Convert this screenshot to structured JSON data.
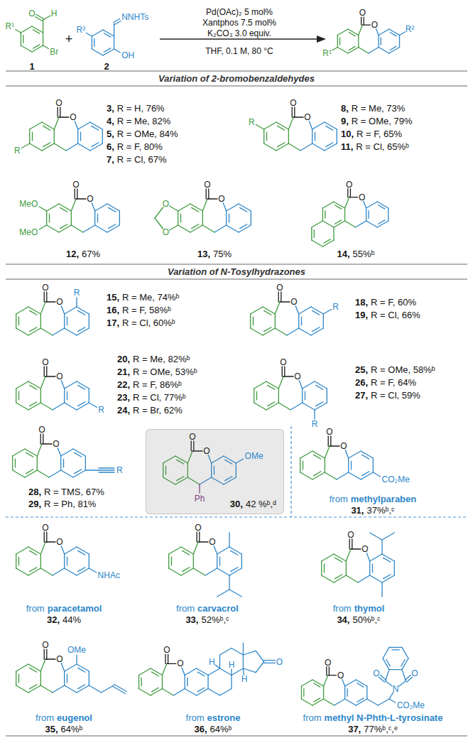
{
  "diagram": {
    "nodes": [
      {
        "text": [
          "30,",
          "42 %ᵇ,ᵈ"
        ]
      }
    ],
    "labels": [
      "R¹",
      "O",
      "H",
      "Br",
      "1",
      "+",
      "R²",
      "NNHTs",
      "OH",
      "2",
      "Pd(OAc)₂ 5 mol%",
      "Xantphos 7.5 mol%",
      "K₂CO₃ 3.0 equiv.",
      "THF, 0.1 M, 80 °C",
      "O",
      "O",
      "R¹",
      "R²",
      "Variation of 2-bromobenzaldehydes",
      "O",
      "O",
      "R",
      "3,",
      "R = H, 76%",
      "4,",
      "R = Me, 82%",
      "5,",
      "R = OMe, 84%",
      "6,",
      "R = F, 80%",
      "7,",
      "R = Cl, 67%",
      "O",
      "O",
      "R",
      "8,",
      "R = Me, 73%",
      "9,",
      "R = OMe, 79%",
      "10,",
      "R = F, 65%",
      "11,",
      "R = Cl, 65%ᵇ",
      "O",
      "O",
      "MeO",
      "MeO",
      "12,",
      "67%",
      "O",
      "O",
      "O",
      "O",
      "13,",
      "75%",
      "O",
      "O",
      "14,",
      "55%ᵇ",
      "Variation of N-Tosylhydrazones",
      "O",
      "O",
      "R",
      "15,",
      "R = Me, 74%ᵇ",
      "16,",
      "R = F, 58%ᵇ",
      "17,",
      "R = Cl, 60%ᵇ",
      "O",
      "O",
      "R",
      "18,",
      "R = F, 60%",
      "19,",
      "R = Cl, 66%",
      "O",
      "O",
      "R",
      "20,",
      "R = Me, 82%ᵇ",
      "21,",
      "R = OMe, 53%ᵇ",
      "22,",
      "R = F, 86%ᵇ",
      "23,",
      "R = Cl, 77%ᵇ",
      "24,",
      "R = Br, 62%",
      "O",
      "O",
      "R",
      "25,",
      "R = OMe, 58%ᵇ",
      "26,",
      "R = F, 64%",
      "27,",
      "R = Cl, 59%",
      "O",
      "O",
      "R",
      "28,",
      "R = TMS, 67%",
      "29,",
      "R = Ph, 81%",
      "O",
      "O",
      "OMe",
      "Ph",
      "O",
      "O",
      "CO₂Me",
      "from",
      "methylparaben",
      "31,",
      "37%ᵇ,ᶜ",
      "O",
      "O",
      "NHAc",
      "from",
      "paracetamol",
      "32,",
      "44%",
      "O",
      "O",
      "from",
      "carvacrol",
      "33,",
      "52%ᵇ,ᶜ",
      "O",
      "O",
      "from",
      "thymol",
      "34,",
      "50%ᵇ,ᶜ",
      "O",
      "O",
      "OMe",
      "from",
      "eugenol",
      "35,",
      "64%ᵇ",
      "O",
      "O",
      "H",
      "H",
      "H",
      "O",
      "from",
      "estrone",
      "36,",
      "64%ᵇ",
      "O",
      "O",
      "N",
      "O",
      "O",
      "CO₂Me",
      "from",
      "methyl N-Phth-L-tyrosinate",
      "37,",
      "77%ᵇ,ᶜ,ᵉ"
    ]
  }
}
